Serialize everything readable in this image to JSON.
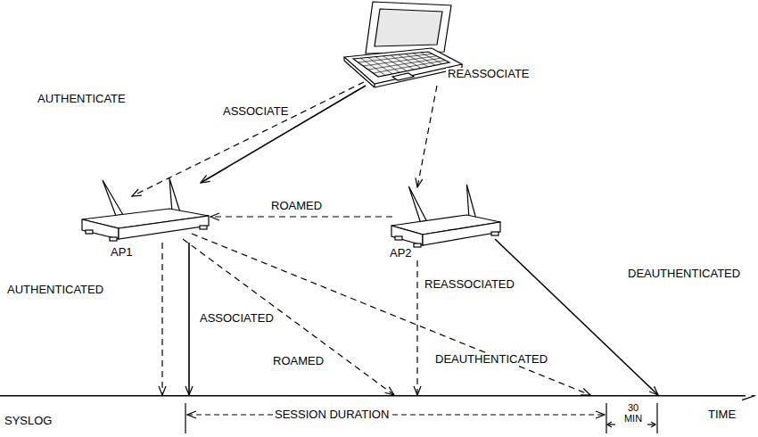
{
  "diagram": {
    "nodes": [
      {
        "text": []
      },
      {
        "text": [
          "AP1"
        ]
      },
      {
        "text": [
          "AP2"
        ]
      },
      {
        "text": [
          "SYSLOG"
        ]
      }
    ],
    "edges": [
      {
        "from": 0,
        "to": 1,
        "label": "AUTHENTICATE",
        "arrow": "to"
      },
      {
        "from": 0,
        "to": 1,
        "label": "ASSOCIATE",
        "arrow": "to"
      },
      {
        "from": 0,
        "to": 2,
        "label": "REASSOCIATE",
        "arrow": "to"
      },
      {
        "from": 2,
        "to": 1,
        "label": "ROAMED",
        "arrow": "to"
      },
      {
        "from": 1,
        "to": 3,
        "label": "AUTHENTICATED",
        "arrow": "to"
      },
      {
        "from": 1,
        "to": 3,
        "label": "ASSOCIATED",
        "arrow": "to"
      },
      {
        "from": 1,
        "to": 3,
        "label": "ROAMED",
        "arrow": "to"
      },
      {
        "from": 1,
        "to": 3,
        "label": "DEAUTHENTICATED",
        "arrow": "to"
      },
      {
        "from": 2,
        "to": 3,
        "label": "REASSOCIATED",
        "arrow": "to"
      },
      {
        "from": 2,
        "to": 3,
        "label": "DEAUTHENTICATED",
        "arrow": "to"
      }
    ],
    "labels": [
      "SESSION DURATION",
      "30 MIN",
      "TIME"
    ]
  }
}
